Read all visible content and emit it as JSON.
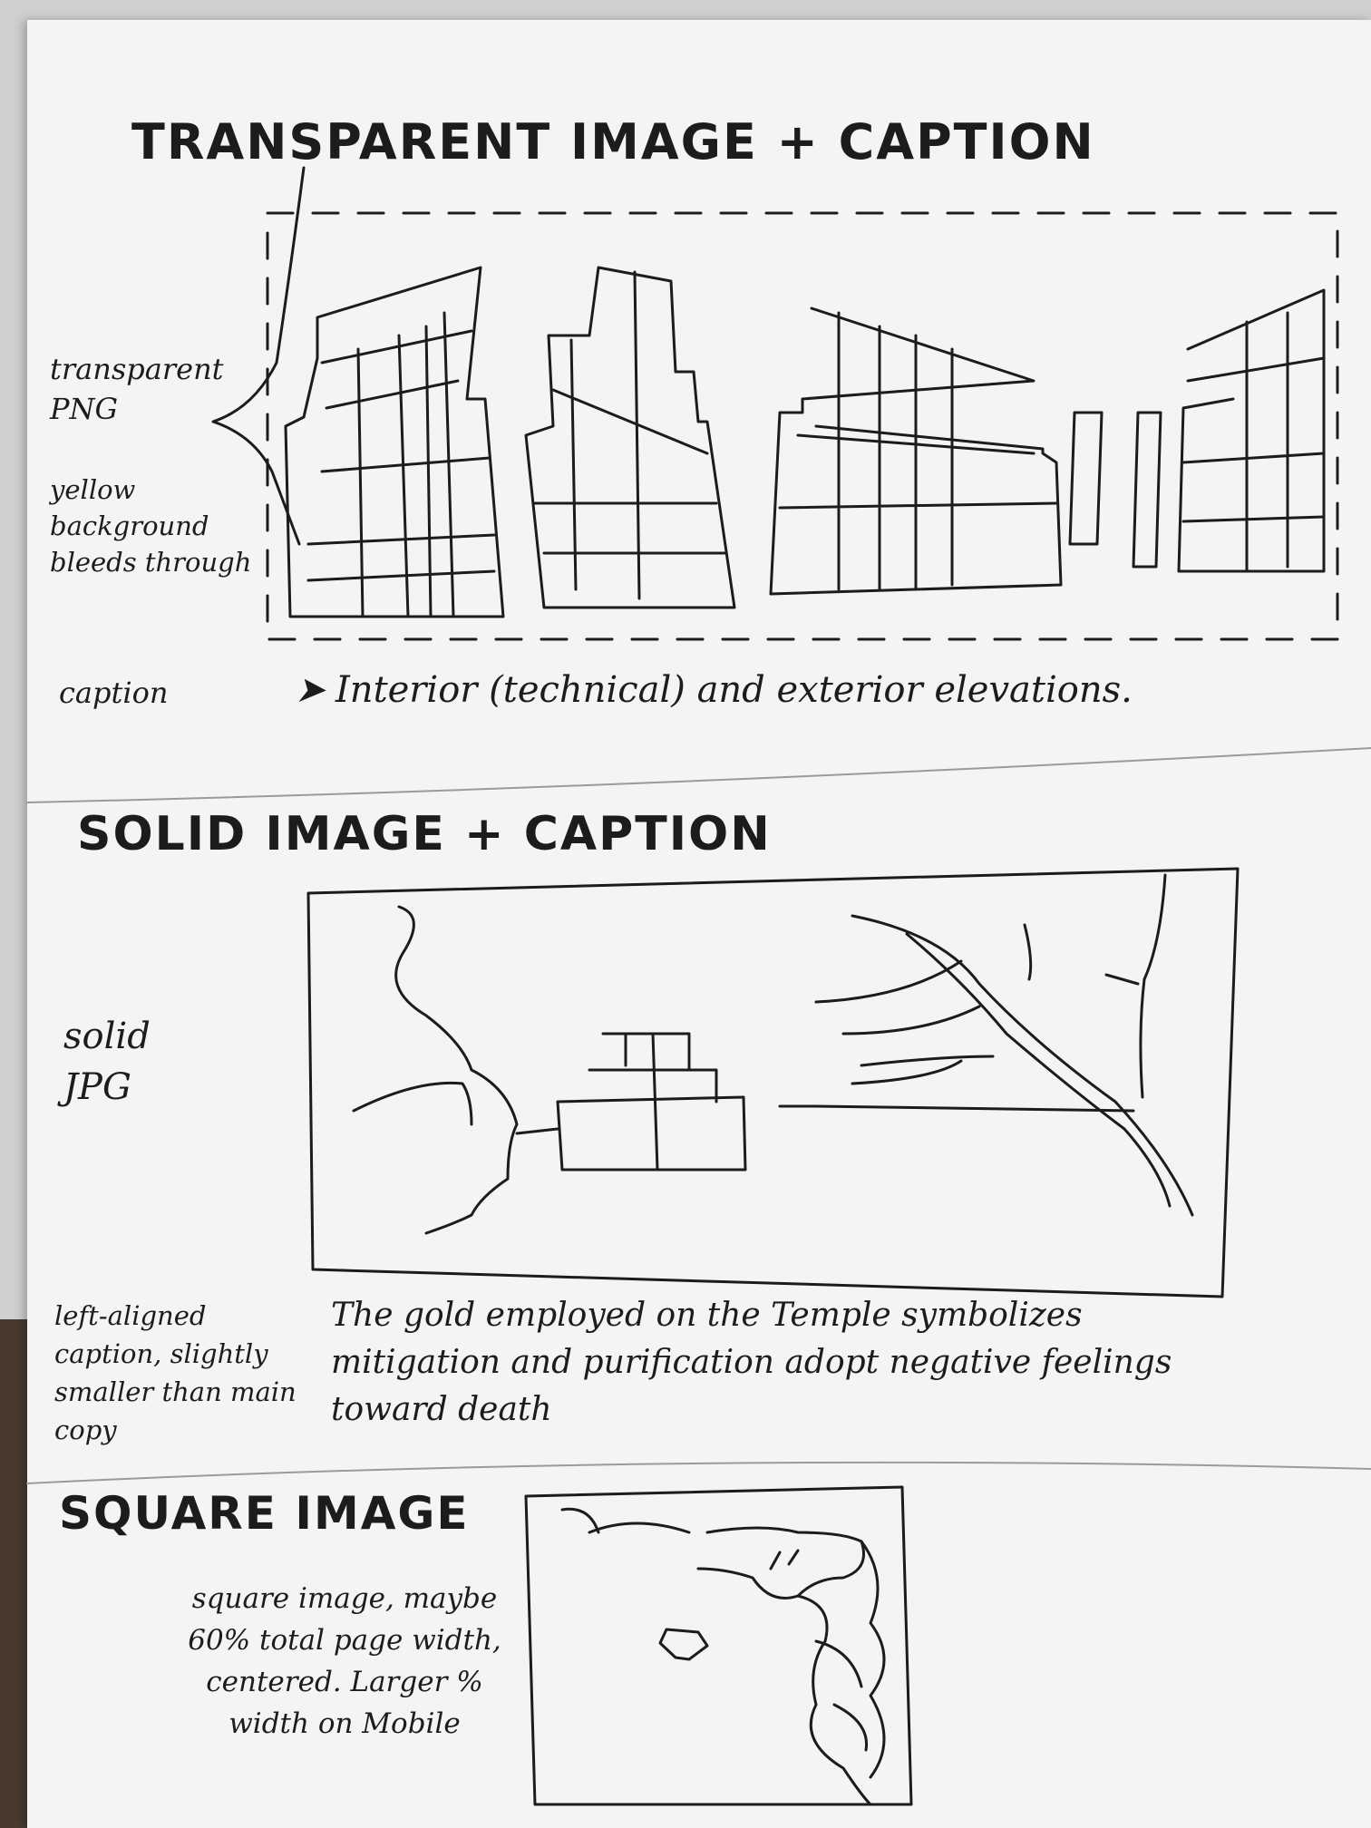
{
  "sections": {
    "transparent": {
      "heading": "TRANSPARENT IMAGE + CAPTION",
      "note_png": "transparent PNG",
      "note_bleed": "yellow background bleeds through",
      "caption_label": "caption",
      "caption_marker": "➤",
      "caption_text": "Interior (technical) and exterior elevations."
    },
    "solid": {
      "heading": "SOLID IMAGE + CAPTION",
      "note_jpg": "solid JPG",
      "note_left": "left-aligned caption, slightly smaller than main copy",
      "caption_text": "The gold employed on the Temple symbolizes mitigation and purification adopt negative feelings toward death"
    },
    "square": {
      "heading": "SQUARE IMAGE",
      "note": "square image, maybe 60% total page width, centered. Larger % width on Mobile"
    }
  },
  "colors": {
    "paper": "#f4f4f2",
    "ink": "#1c1c1c",
    "rule": "#9a9a9a"
  }
}
